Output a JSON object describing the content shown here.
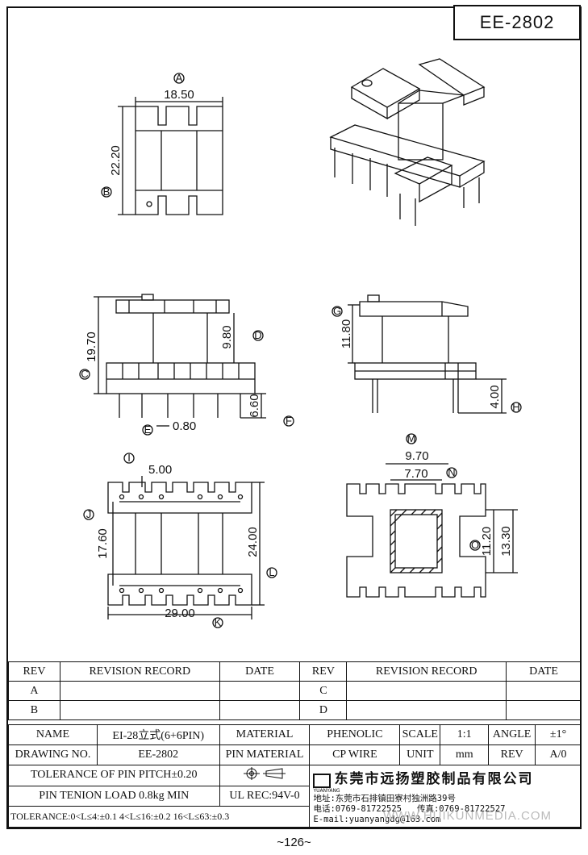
{
  "part_number": "EE-2802",
  "page_number": "~126~",
  "watermark": "WWW.HUIKUNMEDIA.COM",
  "dimensions": {
    "a": {
      "marker": "A",
      "value": "18.50"
    },
    "b": {
      "marker": "B",
      "value": "22.20"
    },
    "c": {
      "marker": "C",
      "value": "19.70"
    },
    "d": {
      "marker": "D",
      "value": "9.80"
    },
    "e": {
      "marker": "E",
      "value": "0.80"
    },
    "f": {
      "marker": "F",
      "value": "6.60"
    },
    "g": {
      "marker": "G",
      "value": ""
    },
    "g2": {
      "value": "11.80"
    },
    "h": {
      "marker": "H",
      "value": "4.00"
    },
    "i": {
      "marker": "I",
      "value": "5.00"
    },
    "j": {
      "marker": "J",
      "value": "17.60"
    },
    "k": {
      "marker": "K",
      "value": "29.00"
    },
    "l": {
      "marker": "L",
      "value": "24.00"
    },
    "m": {
      "marker": "M",
      "value": "9.70"
    },
    "n": {
      "marker": "N",
      "value": "7.70"
    },
    "o": {
      "marker": "O",
      "value": "11.20"
    },
    "o2": {
      "value": "13.30"
    }
  },
  "revision_table": {
    "headers": [
      "REV",
      "REVISION RECORD",
      "DATE",
      "REV",
      "REVISION RECORD",
      "DATE"
    ],
    "rows": [
      [
        "A",
        "",
        "",
        "C",
        "",
        ""
      ],
      [
        "B",
        "",
        "",
        "D",
        "",
        ""
      ]
    ]
  },
  "info_table": {
    "name_label": "NAME",
    "name_value": "EI-28立式(6+6PIN)",
    "material_label": "MATERIAL",
    "material_value": "PHENOLIC",
    "scale_label": "SCALE",
    "scale_value": "1:1",
    "angle_label": "ANGLE",
    "angle_value": "±1°",
    "drawing_no_label": "DRAWING NO.",
    "drawing_no_value": "EE-2802",
    "pin_material_label": "PIN MATERIAL",
    "pin_material_value": "CP WIRE",
    "unit_label": "UNIT",
    "unit_value": "mm",
    "rev_label": "REV",
    "rev_value": "A/0",
    "pin_pitch": "TOLERANCE OF PIN PITCH±0.20",
    "pin_tension": "PIN TENION LOAD 0.8kg MIN",
    "ul_rec": "UL REC:94V-0",
    "tolerance": "TOLERANCE:0<L≤4:±0.1  4<L≤16:±0.2  16<L≤63:±0.3"
  },
  "company": {
    "logo_text": "YUANYANG",
    "name": "东莞市远扬塑胶制品有限公司",
    "address": "地址:东莞市石排镇田寮村独洲路39号",
    "phone": "电话:0769-81722525",
    "fax": "传真:0769-81722527",
    "email": "E-mail:yuanyangdg@163.com"
  }
}
